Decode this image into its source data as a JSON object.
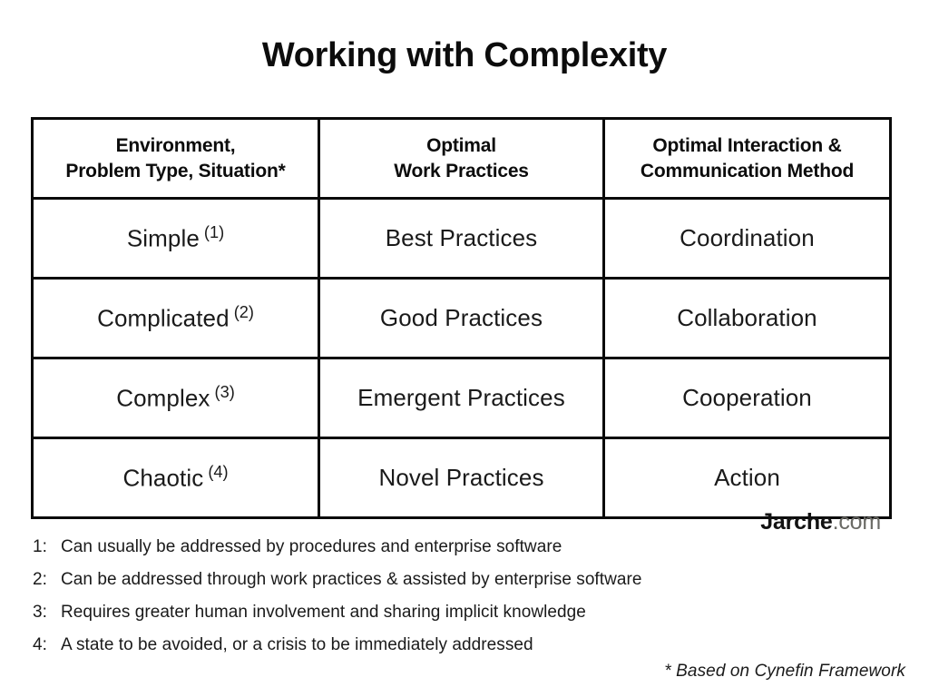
{
  "title": "Working with Complexity",
  "table": {
    "headers": [
      {
        "line1": "Environment,",
        "line2": "Problem Type,  Situation*"
      },
      {
        "line1": "Optimal",
        "line2": "Work Practices"
      },
      {
        "line1": "Optimal Interaction &",
        "line2": "Communication Method"
      }
    ],
    "rows": [
      {
        "environment": "Simple",
        "marker": "(1)",
        "practices": "Best Practices",
        "interaction": "Coordination"
      },
      {
        "environment": "Complicated",
        "marker": "(2)",
        "practices": "Good Practices",
        "interaction": "Collaboration"
      },
      {
        "environment": "Complex",
        "marker": "(3)",
        "practices": "Emergent Practices",
        "interaction": "Cooperation"
      },
      {
        "environment": "Chaotic",
        "marker": "(4)",
        "practices": "Novel Practices",
        "interaction": "Action"
      }
    ]
  },
  "brand": {
    "name": "Jarche",
    "tld": ".com",
    "name_color": "#121212",
    "tld_color": "#6b6b66"
  },
  "footnotes": [
    {
      "num": "1:",
      "text": "Can usually be addressed by procedures and enterprise software"
    },
    {
      "num": "2:",
      "text": "Can be addressed through work practices & assisted by enterprise software"
    },
    {
      "num": "3:",
      "text": "Requires greater human involvement and sharing implicit knowledge"
    },
    {
      "num": "4:",
      "text": "A state to be avoided, or a crisis to be immediately addressed"
    }
  ],
  "source_note": "* Based on Cynefin Framework"
}
